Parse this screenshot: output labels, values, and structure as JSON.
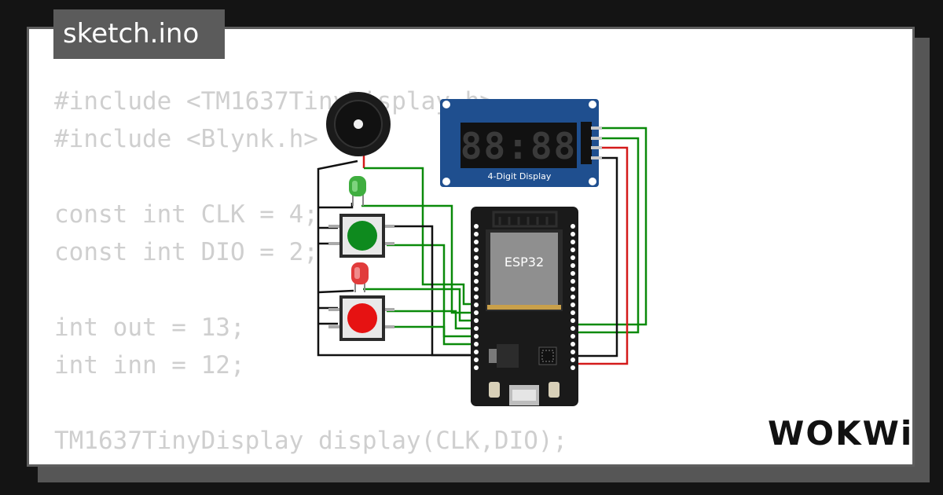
{
  "title": "sketch.ino",
  "code_lines": [
    "#include <TM1637TinyDisplay.h>",
    "#include <Blynk.h>",
    "",
    "const int CLK = 4;",
    "const int DIO = 2;",
    "",
    "int out = 13;",
    "int inn = 12;",
    "",
    "TM1637TinyDisplay display(CLK,DIO);"
  ],
  "logo": "WOKWi",
  "display_label": "4-Digit Display",
  "display_digits": "88:88",
  "mcu_label": "ESP32",
  "colors": {
    "background": "#141414",
    "card": "#ffffff",
    "code_text": "#cfcfcf",
    "display_board": "#1f4f8f",
    "mcu_board": "#1a1a1a",
    "wire_green": "#0a8a0a",
    "wire_red": "#d41a1a",
    "wire_black": "#111111"
  },
  "components": {
    "buzzer": "buzzer-icon",
    "led_green": "green-led-icon",
    "led_red": "red-led-icon",
    "button_green": "green-pushbutton-icon",
    "button_red": "red-pushbutton-icon"
  }
}
